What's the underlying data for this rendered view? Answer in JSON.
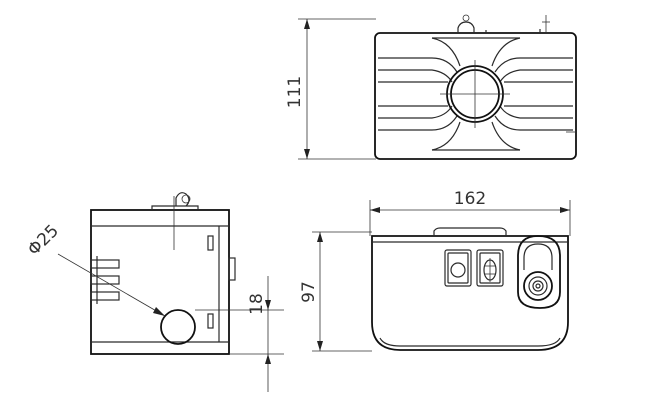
{
  "drawing": {
    "dimensions": {
      "height_top_view": "111",
      "width_front_view": "162",
      "height_front_view": "97",
      "diameter_outlet": "Φ25",
      "outlet_offset": "18"
    }
  }
}
